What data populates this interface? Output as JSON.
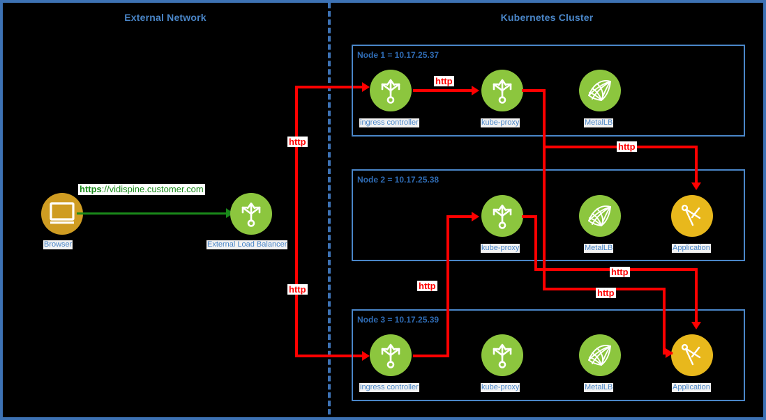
{
  "diagram": {
    "title_external": "External Network",
    "title_cluster": "Kubernetes Cluster",
    "colors": {
      "frame_border": "#3d72b4",
      "section_title": "#4a86c8",
      "node_border": "#4a86c8",
      "green_node": "#8cc63e",
      "gold_node": "#e8b81c",
      "browser_node": "#cf9c22",
      "http_arrow": "#ff0000",
      "https_arrow": "#1a8a1a"
    }
  },
  "external": {
    "browser": {
      "caption": "Browser",
      "icon": "monitor-icon"
    },
    "url": {
      "scheme": "https",
      "rest": "://vidispine.customer.com"
    },
    "load_balancer": {
      "caption": "External Load Balancer",
      "icon": "trident-routing-icon"
    }
  },
  "nodes": [
    {
      "label": "Node 1 = 10.17.25.37",
      "components": [
        {
          "caption": "ingress controller",
          "icon": "trident-routing-icon",
          "color": "green"
        },
        {
          "caption": "kube-proxy",
          "icon": "trident-routing-icon",
          "color": "green"
        },
        {
          "caption": "MetalLB",
          "icon": "mesh-net-icon",
          "color": "green"
        }
      ]
    },
    {
      "label": "Node 2 = 10.17.25.38",
      "components": [
        {
          "caption": "kube-proxy",
          "icon": "trident-routing-icon",
          "color": "green"
        },
        {
          "caption": "MetalLB",
          "icon": "mesh-net-icon",
          "color": "green"
        },
        {
          "caption": "Application",
          "icon": "compass-divider-icon",
          "color": "gold"
        }
      ]
    },
    {
      "label": "Node 3 = 10.17.25.39",
      "components": [
        {
          "caption": "ingress controller",
          "icon": "trident-routing-icon",
          "color": "green"
        },
        {
          "caption": "kube-proxy",
          "icon": "trident-routing-icon",
          "color": "green"
        },
        {
          "caption": "MetalLB",
          "icon": "mesh-net-icon",
          "color": "green"
        },
        {
          "caption": "Application",
          "icon": "compass-divider-icon",
          "color": "gold"
        }
      ]
    }
  ],
  "wire_labels": {
    "lb_to_node1": "http",
    "ingress1_to_proxy1": "http",
    "proxy1_to_app2": "http",
    "lb_to_node3": "http",
    "ingress3_to_proxy2": "http",
    "proxy2_to_app3_upper": "http",
    "proxy2_to_app3_lower": "http"
  }
}
